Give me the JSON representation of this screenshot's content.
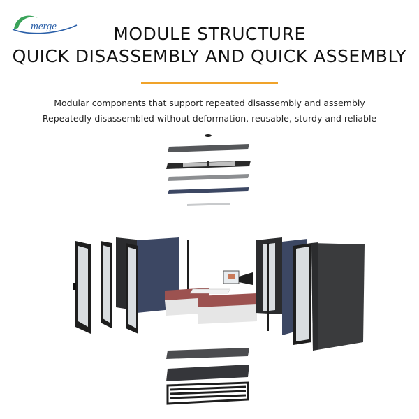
{
  "logo": {
    "text": "merge",
    "colors": {
      "swoosh": "#3aa35a",
      "text": "#2a5fa8"
    }
  },
  "heading": {
    "line1": "MODULE STRUCTURE",
    "line2": "QUICK DISASSEMBLY AND QUICK ASSEMBLY"
  },
  "divider": {
    "color": "#f0a32a"
  },
  "description": {
    "line1": "Modular components that support repeated disassembly and assembly",
    "line2": "Repeatedly disassembled without deformation, reusable, sturdy and reliable"
  },
  "colors": {
    "panel_dark": "#3a3b3d",
    "panel_fabric": "#3c4763",
    "frame": "#1e1e1e",
    "glass": "#d9dde0",
    "sofa_seat": "#e6e6e6",
    "sofa_back": "#9c5250"
  }
}
